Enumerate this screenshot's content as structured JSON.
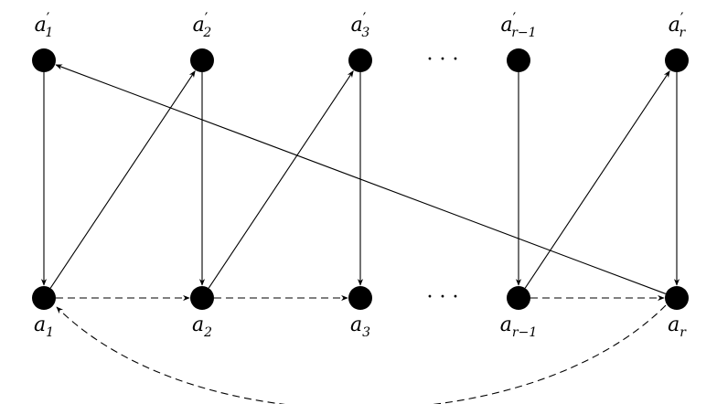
{
  "top_nodes": [
    {
      "base": "a",
      "prime": "′",
      "sub": "1"
    },
    {
      "base": "a",
      "prime": "′",
      "sub": "2"
    },
    {
      "base": "a",
      "prime": "′",
      "sub": "3"
    },
    {
      "base": "a",
      "prime": "′",
      "sub": "r−1"
    },
    {
      "base": "a",
      "prime": "′",
      "sub": "r"
    }
  ],
  "bottom_nodes": [
    {
      "base": "a",
      "sub": "1"
    },
    {
      "base": "a",
      "sub": "2"
    },
    {
      "base": "a",
      "sub": "3"
    },
    {
      "base": "a",
      "sub": "r−1"
    },
    {
      "base": "a",
      "sub": "r"
    }
  ],
  "ellipsis": "· · ·",
  "edges": [
    {
      "from": "top.0",
      "to": "bottom.0",
      "style": "solid"
    },
    {
      "from": "top.1",
      "to": "bottom.1",
      "style": "solid"
    },
    {
      "from": "top.2",
      "to": "bottom.2",
      "style": "solid"
    },
    {
      "from": "top.3",
      "to": "bottom.3",
      "style": "solid"
    },
    {
      "from": "top.4",
      "to": "bottom.4",
      "style": "solid"
    },
    {
      "from": "bottom.0",
      "to": "top.1",
      "style": "solid"
    },
    {
      "from": "bottom.1",
      "to": "top.2",
      "style": "solid"
    },
    {
      "from": "bottom.3",
      "to": "top.4",
      "style": "solid"
    },
    {
      "from": "bottom.4",
      "to": "top.0",
      "style": "solid"
    },
    {
      "from": "bottom.0",
      "to": "bottom.1",
      "style": "dashed"
    },
    {
      "from": "bottom.1",
      "to": "bottom.2",
      "style": "dashed"
    },
    {
      "from": "bottom.3",
      "to": "bottom.4",
      "style": "dashed"
    },
    {
      "from": "bottom.4",
      "to": "bottom.0",
      "style": "dashed",
      "curved": true
    }
  ]
}
